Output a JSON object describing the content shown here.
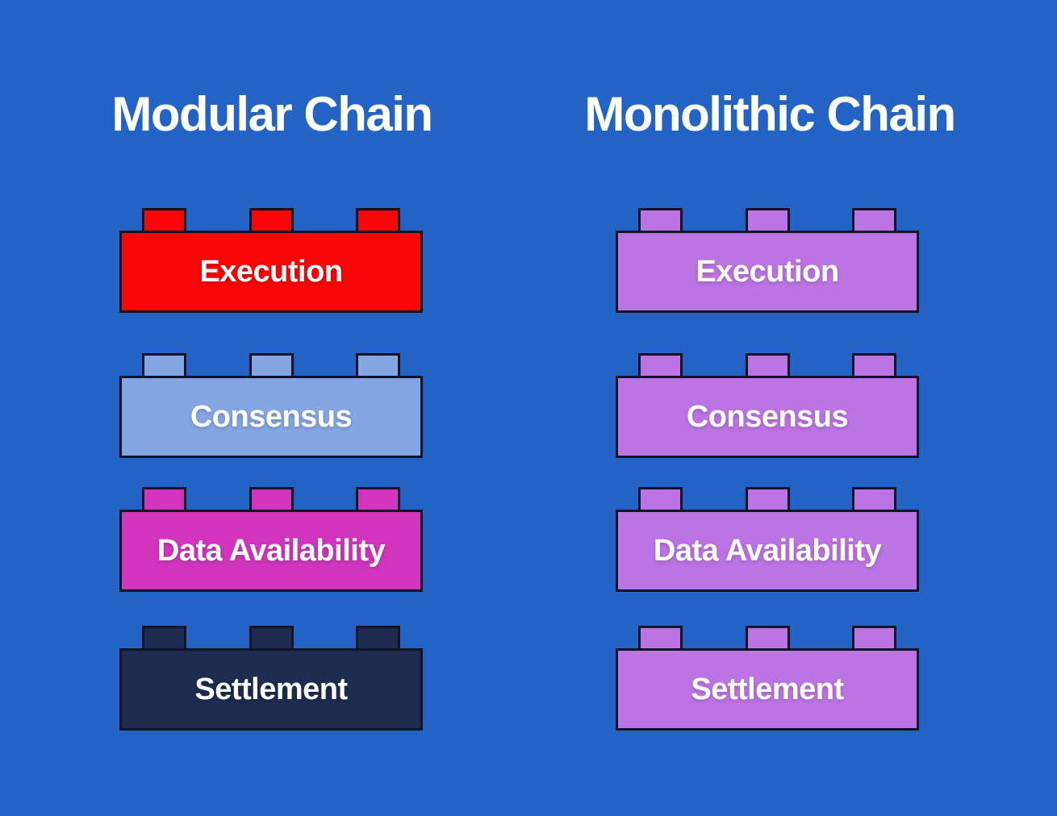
{
  "colors": {
    "background": "#2263C5",
    "brick_border": "#0E1426",
    "text": "#FFFFFF",
    "modular_execution": "#F90606",
    "modular_consensus": "#84A6E2",
    "modular_data_availability": "#D135BE",
    "modular_settlement": "#1D2C4F",
    "monolithic": "#BC74E4"
  },
  "columns": [
    {
      "title": "Modular Chain",
      "bricks": [
        {
          "label": "Execution",
          "color": "#F90606"
        },
        {
          "label": "Consensus",
          "color": "#84A6E2"
        },
        {
          "label": "Data Availability",
          "color": "#D135BE"
        },
        {
          "label": "Settlement",
          "color": "#1D2C4F"
        }
      ]
    },
    {
      "title": "Monolithic Chain",
      "bricks": [
        {
          "label": "Execution",
          "color": "#BC74E4"
        },
        {
          "label": "Consensus",
          "color": "#BC74E4"
        },
        {
          "label": "Data Availability",
          "color": "#BC74E4"
        },
        {
          "label": "Settlement",
          "color": "#BC74E4"
        }
      ]
    }
  ]
}
